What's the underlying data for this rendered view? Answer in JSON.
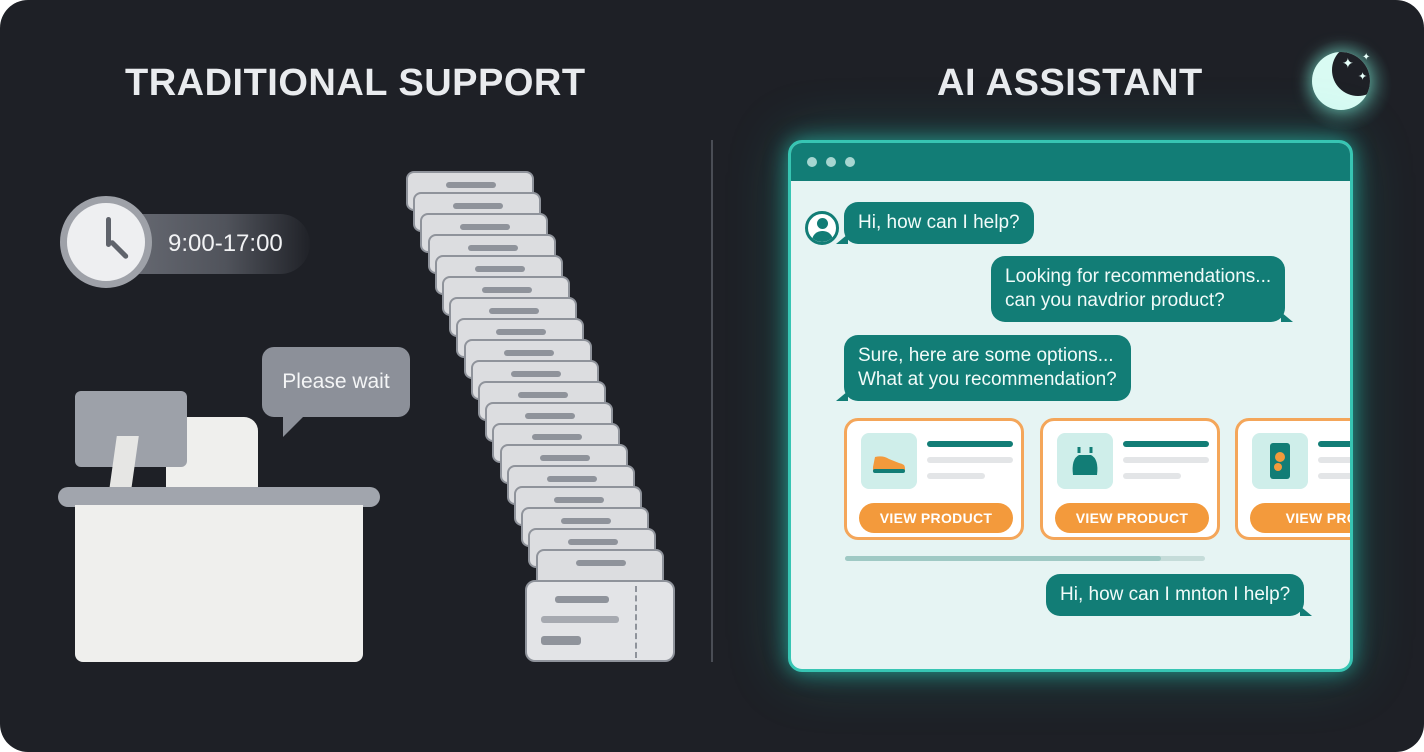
{
  "left_panel": {
    "heading": "TRADITIONAL SUPPORT",
    "clock": {
      "icon": "clock-icon",
      "hours": "9:00-17:00"
    },
    "speech_bubble": "Please wait",
    "icons": [
      "monitor-icon",
      "desk-icon",
      "ticket-stack-icon"
    ]
  },
  "right_panel": {
    "heading": "AI ASSISTANT",
    "icons": [
      "moon-icon",
      "sparkle-icon"
    ],
    "chat": {
      "messages": [
        {
          "sender": "bot",
          "lines": [
            "Hi, how can I help?"
          ]
        },
        {
          "sender": "user",
          "lines": [
            "Looking for recommendations...",
            "can you navdrior product?"
          ]
        },
        {
          "sender": "bot",
          "lines": [
            "Sure, here are some options...",
            "What at you recommendation?"
          ]
        },
        {
          "sender": "user",
          "lines": [
            "Hi, how can I mnton I help?"
          ]
        }
      ],
      "product_cards": [
        {
          "icon": "shoe-icon",
          "button": "VIEW PRODUCT"
        },
        {
          "icon": "bag-icon",
          "button": "VIEW PRODUCT"
        },
        {
          "icon": "phone-icon",
          "button": "VIEW PROD"
        }
      ]
    }
  },
  "colors": {
    "background": "#1e2026",
    "chat_accent": "#127d76",
    "glow": "#37c5b3",
    "button": "#f39a3c",
    "card_border": "#f4a65a"
  }
}
